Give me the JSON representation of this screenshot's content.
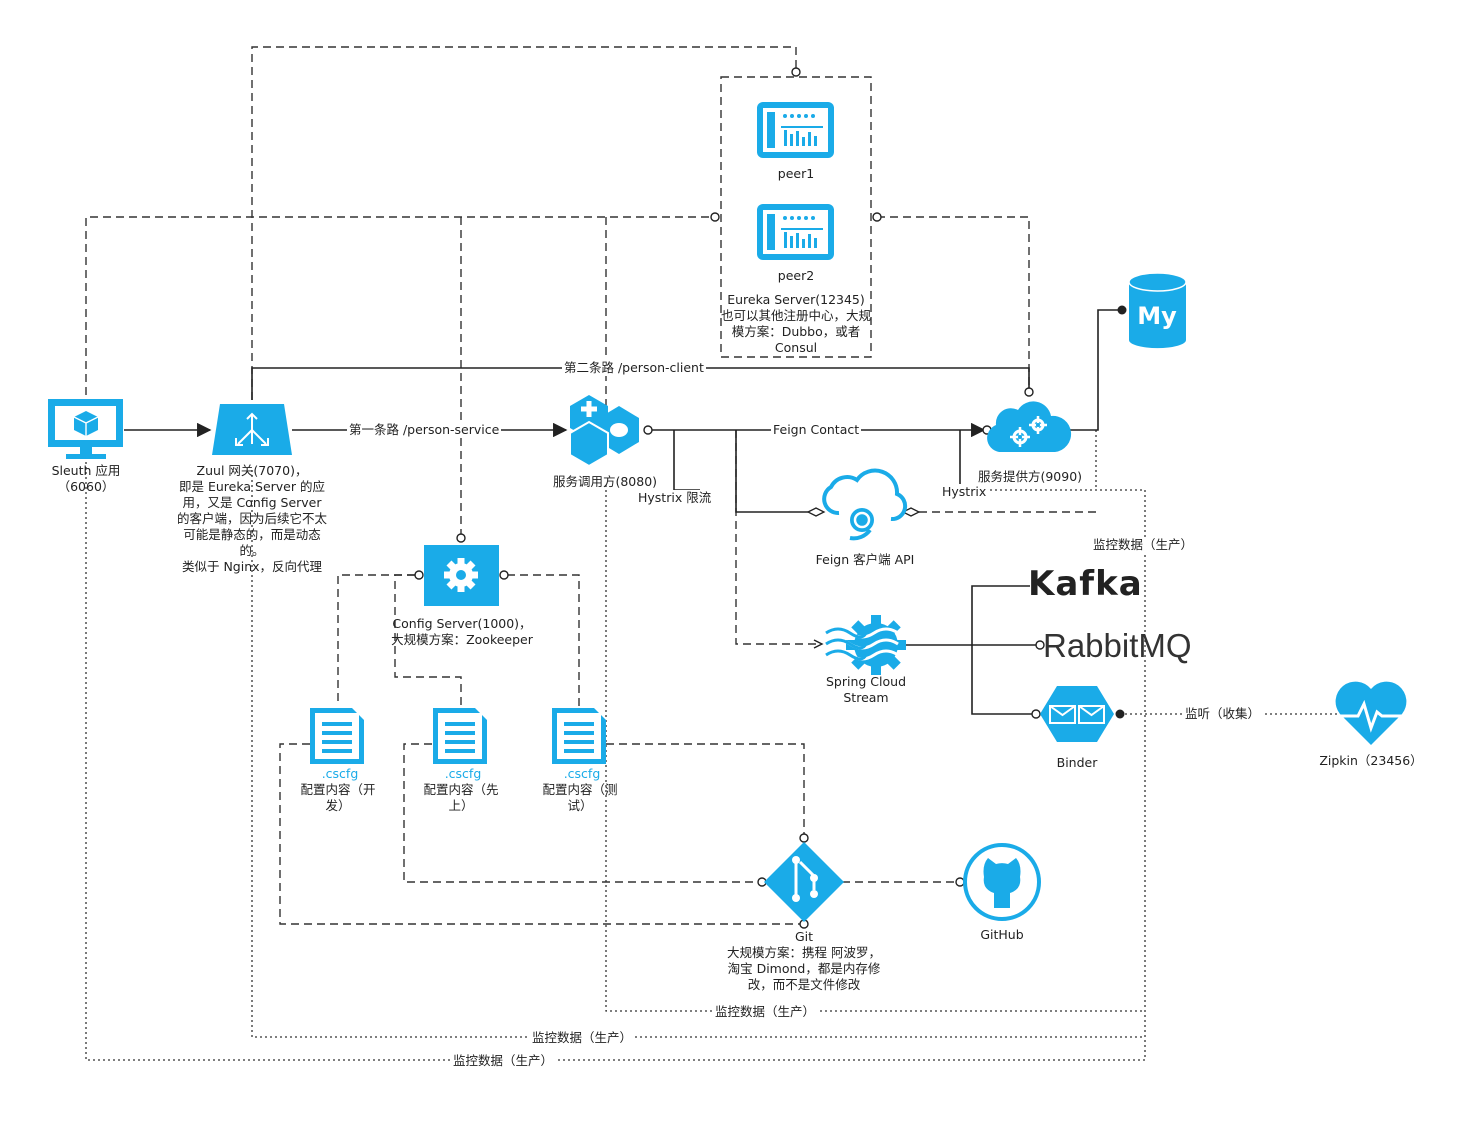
{
  "colors": {
    "accent": "#1aabe8",
    "line": "#333333"
  },
  "nodes": {
    "sleuth": {
      "label": "Sleuth 应用\n（6060）",
      "icon": "monitor-icon"
    },
    "zuul": {
      "label": "Zuul 网关(7070)，\n即是 Eureka Server 的应\n用，又是 Config Server\n的客户端，因为后续它不太\n可能是静态的，而是动态\n的。\n类似于 Nginx，反向代理",
      "icon": "gateway-icon"
    },
    "peer1": {
      "label": "peer1",
      "icon": "server-panel-icon"
    },
    "peer2": {
      "label": "peer2",
      "icon": "server-panel-icon"
    },
    "eureka": {
      "label": "Eureka Server(12345)\n也可以其他注册中心，大规\n模方案：Dubbo，或者\nConsul"
    },
    "consumer": {
      "label": "服务调用方(8080)",
      "icon": "hexagon-cluster-icon"
    },
    "provider": {
      "label": "服务提供方(9090)",
      "icon": "cloud-gears-icon"
    },
    "mysql": {
      "label": "My",
      "icon": "mysql-database-icon"
    },
    "feign_api": {
      "label": "Feign 客户端 API",
      "icon": "cloud-client-icon"
    },
    "config_server": {
      "label": "Config Server(1000)，\n大规模方案：Zookeeper",
      "icon": "gear-icon"
    },
    "cfg_dev": {
      "ext": ".cscfg",
      "label": "配置内容（开\n发）",
      "icon": "document-icon"
    },
    "cfg_prod": {
      "ext": ".cscfg",
      "label": "配置内容（先\n上）",
      "icon": "document-icon"
    },
    "cfg_test": {
      "ext": ".cscfg",
      "label": "配置内容（测\n试）",
      "icon": "document-icon"
    },
    "stream": {
      "label": "Spring Cloud\nStream",
      "icon": "stream-waves-icon"
    },
    "kafka": {
      "label": "Kafka"
    },
    "rabbitmq": {
      "label": "RabbitMQ"
    },
    "binder": {
      "label": "Binder",
      "icon": "envelope-hexagon-icon"
    },
    "zipkin": {
      "label": "Zipkin（23456）",
      "icon": "heartbeat-icon"
    },
    "git": {
      "label": "Git\n大规模方案：携程 阿波罗，\n淘宝 Dimond，都是内存修\n改，而不是文件修改",
      "icon": "git-icon"
    },
    "github": {
      "label": "GitHub",
      "icon": "github-octocat-icon"
    }
  },
  "edges": {
    "route1": "第一条路 /person-service",
    "route2": "第二条路 /person-client",
    "feign_contact": "Feign Contact",
    "hystrix_limit": "Hystrix 限流",
    "hystrix": "Hystrix",
    "monitor_produce": "监控数据（生产）",
    "monitor_produce_1": "监控数据（生产）",
    "monitor_produce_2": "监控数据（生产）",
    "monitor_produce_3": "监控数据（生产）",
    "listen_collect": "监听（收集）"
  }
}
